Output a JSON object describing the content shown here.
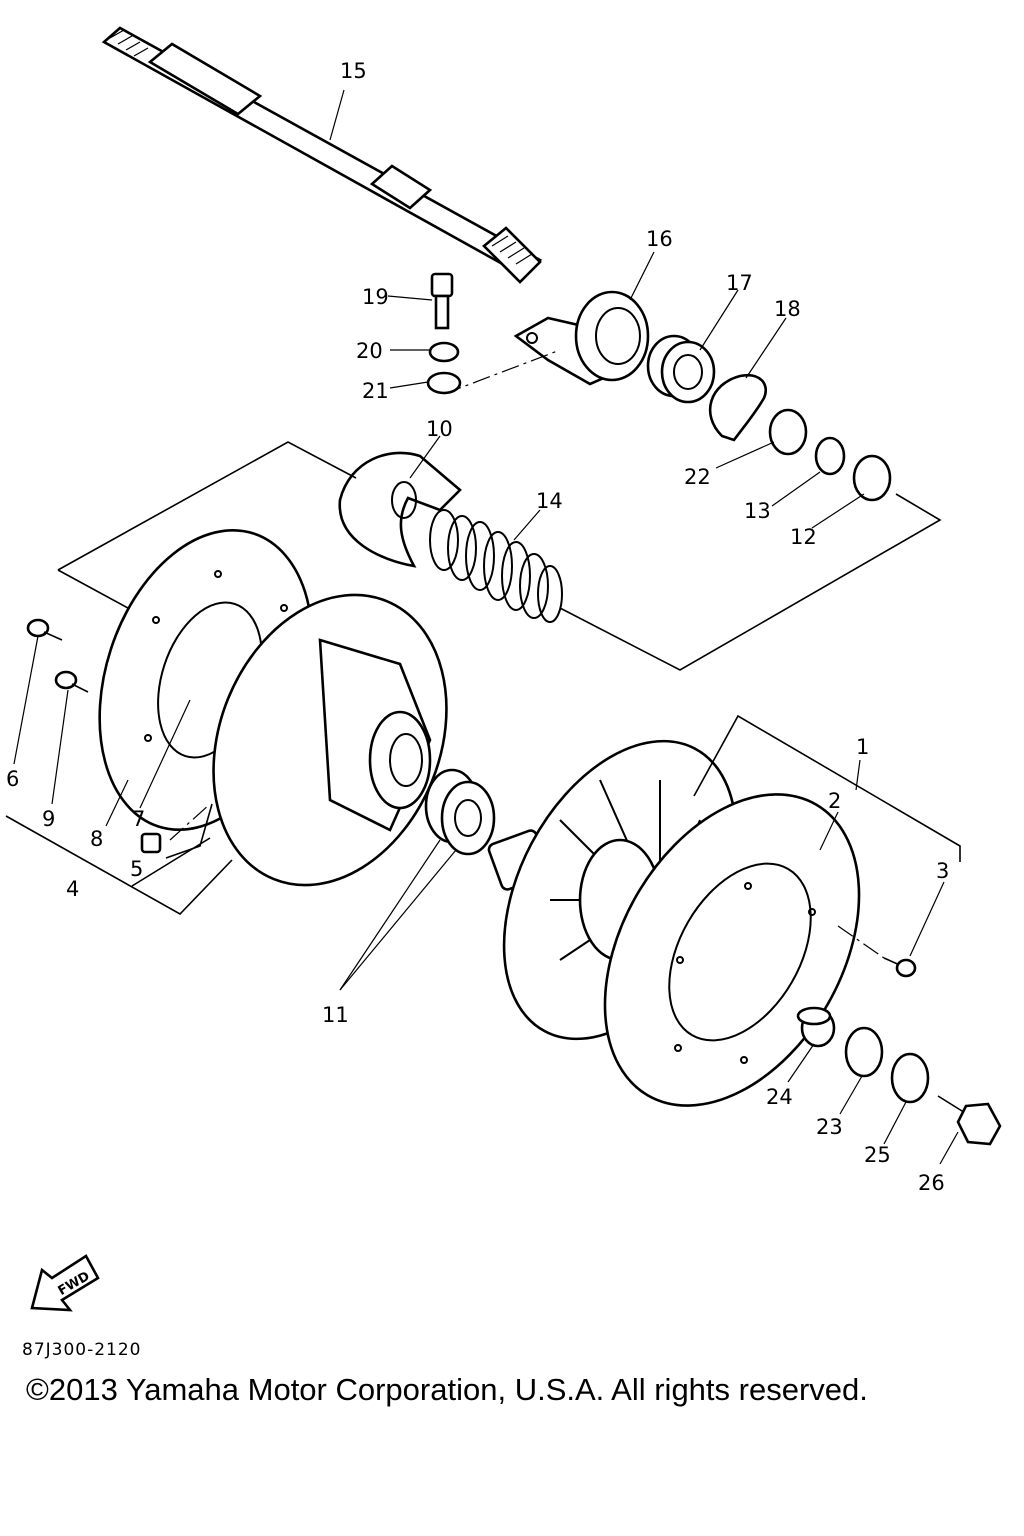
{
  "diagram": {
    "callouts": [
      "1",
      "2",
      "3",
      "4",
      "5",
      "6",
      "7",
      "8",
      "9",
      "10",
      "11",
      "12",
      "13",
      "14",
      "15",
      "16",
      "17",
      "18",
      "19",
      "20",
      "21",
      "22",
      "23",
      "24",
      "25",
      "26"
    ],
    "fwd_label": "FWD",
    "code": "87J300-2120"
  },
  "footer": {
    "copyright": "©2013 Yamaha Motor Corporation, U.S.A. All rights reserved."
  }
}
